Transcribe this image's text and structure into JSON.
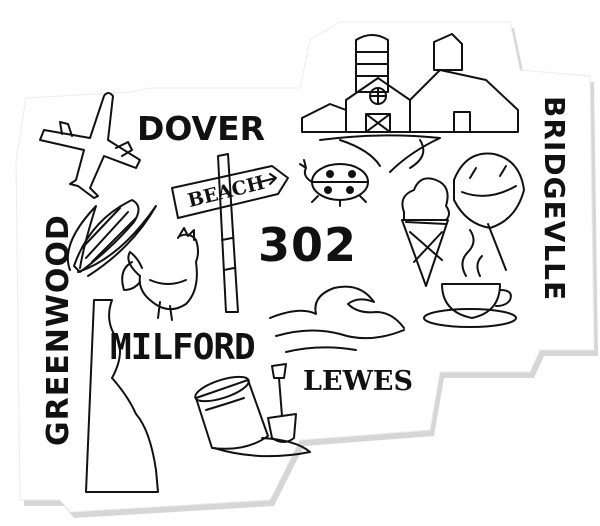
{
  "sticker": {
    "labels": {
      "dover": "DOVER",
      "area_code": "302",
      "milford": "MILFORD",
      "lewes": "LEWES",
      "greenwood": "GREENWOOD",
      "bridgeville": "BRIDGEVLLE",
      "sign": "BEACH"
    },
    "icons": [
      "airplane-icon",
      "corn-icon",
      "rooster-icon",
      "beach-sign-icon",
      "barn-icon",
      "ladybug-icon",
      "ice-cream-icon",
      "horseshoe-crab-icon",
      "coffee-cup-icon",
      "wave-icon",
      "sand-bucket-icon",
      "shovel-icon",
      "delaware-map-icon"
    ],
    "colors": {
      "ink": "#111111",
      "sticker": "#ffffff",
      "shadow": "#cfcfcf"
    }
  }
}
